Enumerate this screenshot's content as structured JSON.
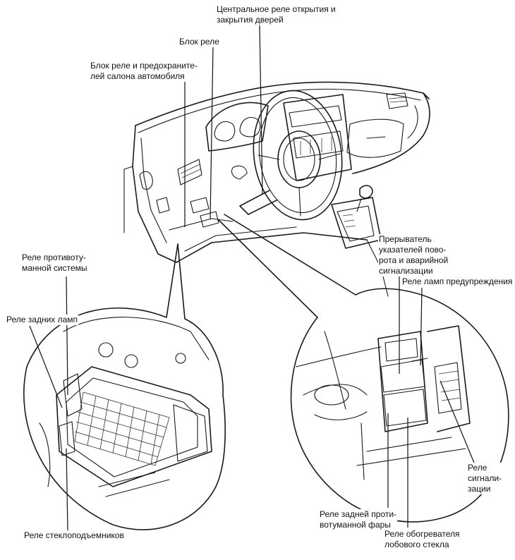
{
  "labels": {
    "central_door_relay": [
      "Центральное реле открытия и",
      "закрытия дверей"
    ],
    "relay_block": [
      "Блок реле"
    ],
    "cabin_relay_fuse_block": [
      "Блок реле и предохраните-",
      "лей салона автомобиля"
    ],
    "fog_light_relay": [
      "Реле противоту-",
      "манной системы"
    ],
    "rear_lights_relay": [
      "Реле задних ламп"
    ],
    "window_lift_relay": [
      "Реле стеклоподъемников"
    ],
    "turn_hazard_flasher": [
      "Прерыватель",
      "указателей пово-",
      "рота и аварийной",
      "сигнализации"
    ],
    "warning_lamp_relay": [
      "Реле ламп предупреждения"
    ],
    "alarm_relay": [
      "Реле",
      "сигнали-",
      "зации"
    ],
    "rear_fog_relay": [
      "Реле задней проти-",
      "вотуманной фары"
    ],
    "windshield_heater_relay": [
      "Реле обогревателя",
      "лобового стекла"
    ]
  }
}
